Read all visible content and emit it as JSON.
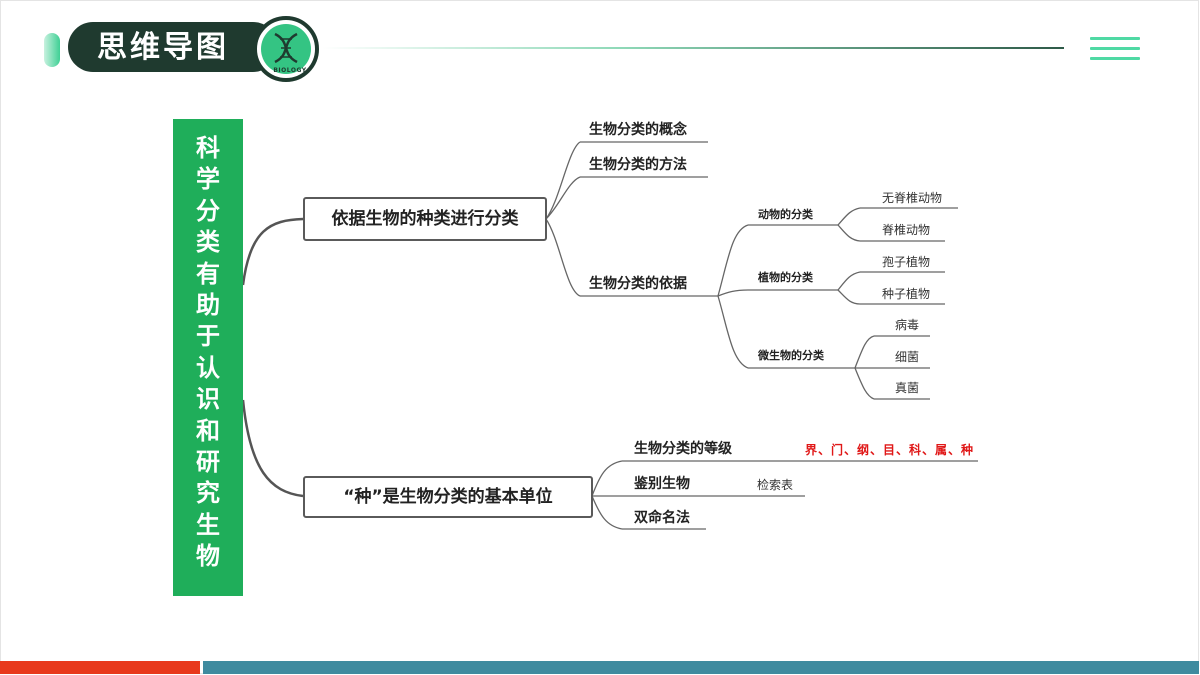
{
  "header": {
    "title": "思维导图",
    "logo_text": "BIOLOGY",
    "icons": {
      "logo": "dna-leaf-icon",
      "menu": "menu-icon"
    }
  },
  "mindmap": {
    "root": "科学分类有助于认识和研究生物",
    "branch1": {
      "label": "依据生物的种类进行分类",
      "concept": "生物分类的概念",
      "method": "生物分类的方法",
      "basis": {
        "label": "生物分类的依据",
        "animal": {
          "label": "动物的分类",
          "items": [
            "无脊椎动物",
            "脊椎动物"
          ]
        },
        "plant": {
          "label": "植物的分类",
          "items": [
            "孢子植物",
            "种子植物"
          ]
        },
        "microbe": {
          "label": "微生物的分类",
          "items": [
            "病毒",
            "细菌",
            "真菌"
          ]
        }
      }
    },
    "branch2": {
      "label": "“种”是生物分类的基本单位",
      "rank": {
        "label": "生物分类的等级",
        "detail": "界、门、纲、目、科、属、种"
      },
      "identify": {
        "label": "鉴别生物",
        "detail": "检索表"
      },
      "binomial": "双命名法"
    }
  },
  "colors": {
    "root_fill": "#1fae5a",
    "header_pill": "#1f3a2f",
    "accent_green": "#4fd9a4",
    "footer_red": "#e8391c",
    "footer_blue": "#3f8b9f",
    "highlight_red": "#e01818"
  }
}
